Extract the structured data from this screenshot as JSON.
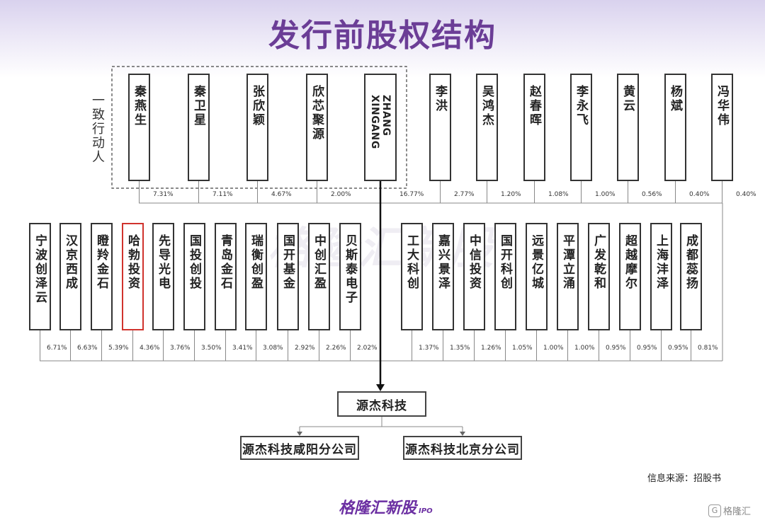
{
  "title": "发行前股权结构",
  "concert_label": "一致行动人",
  "top_holders": [
    {
      "name": "秦燕生",
      "pct": "7.31%"
    },
    {
      "name": "秦卫星",
      "pct": "7.11%"
    },
    {
      "name": "张欣颖",
      "pct": "4.67%"
    },
    {
      "name": "欣芯聚源",
      "pct": "2.00%"
    },
    {
      "name": "ZHANG XINGANG",
      "pct": "16.77%"
    },
    {
      "name": "李洪",
      "pct": "2.77%"
    },
    {
      "name": "吴鸿杰",
      "pct": "1.20%"
    },
    {
      "name": "赵春晖",
      "pct": "1.08%"
    },
    {
      "name": "李永飞",
      "pct": "1.00%"
    },
    {
      "name": "黄云",
      "pct": "0.56%"
    },
    {
      "name": "杨斌",
      "pct": "0.40%"
    },
    {
      "name": "冯华伟",
      "pct": "0.40%"
    }
  ],
  "mid_holders": [
    {
      "name": "宁波创泽云",
      "pct": "6.71%"
    },
    {
      "name": "汉京西成",
      "pct": "6.63%"
    },
    {
      "name": "瞪羚金石",
      "pct": "5.39%"
    },
    {
      "name": "哈勃投资",
      "pct": "4.36%",
      "highlight": true
    },
    {
      "name": "先导光电",
      "pct": "3.76%"
    },
    {
      "name": "国投创投",
      "pct": "3.50%"
    },
    {
      "name": "青岛金石",
      "pct": "3.41%"
    },
    {
      "name": "瑞衡创盈",
      "pct": "3.08%"
    },
    {
      "name": "国开基金",
      "pct": "2.92%"
    },
    {
      "name": "中创汇盈",
      "pct": "2.26%"
    },
    {
      "name": "贝斯泰电子",
      "pct": "2.02%"
    },
    {
      "name": "工大科创",
      "pct": "1.37%"
    },
    {
      "name": "嘉兴景泽",
      "pct": "1.35%"
    },
    {
      "name": "中信投资",
      "pct": "1.26%"
    },
    {
      "name": "国开科创",
      "pct": "1.05%"
    },
    {
      "name": "远景亿城",
      "pct": "1.00%"
    },
    {
      "name": "平潭立涌",
      "pct": "1.00%"
    },
    {
      "name": "广发乾和",
      "pct": "0.95%"
    },
    {
      "name": "超越摩尔",
      "pct": "0.95%"
    },
    {
      "name": "上海沣泽",
      "pct": "0.95%"
    },
    {
      "name": "成都蕊扬",
      "pct": "0.81%"
    }
  ],
  "company": "源杰科技",
  "branches": [
    "源杰科技咸阳分公司",
    "源杰科技北京分公司"
  ],
  "source": "信息来源：招股书",
  "watermark": "格隆汇新股",
  "logo": {
    "cn": "格隆汇新股",
    "ipo": "IPO"
  },
  "corner_brand": "格隆汇",
  "colors": {
    "title": "#6b3d96",
    "highlight": "#d0332d",
    "logo": "#6b2fa2"
  }
}
